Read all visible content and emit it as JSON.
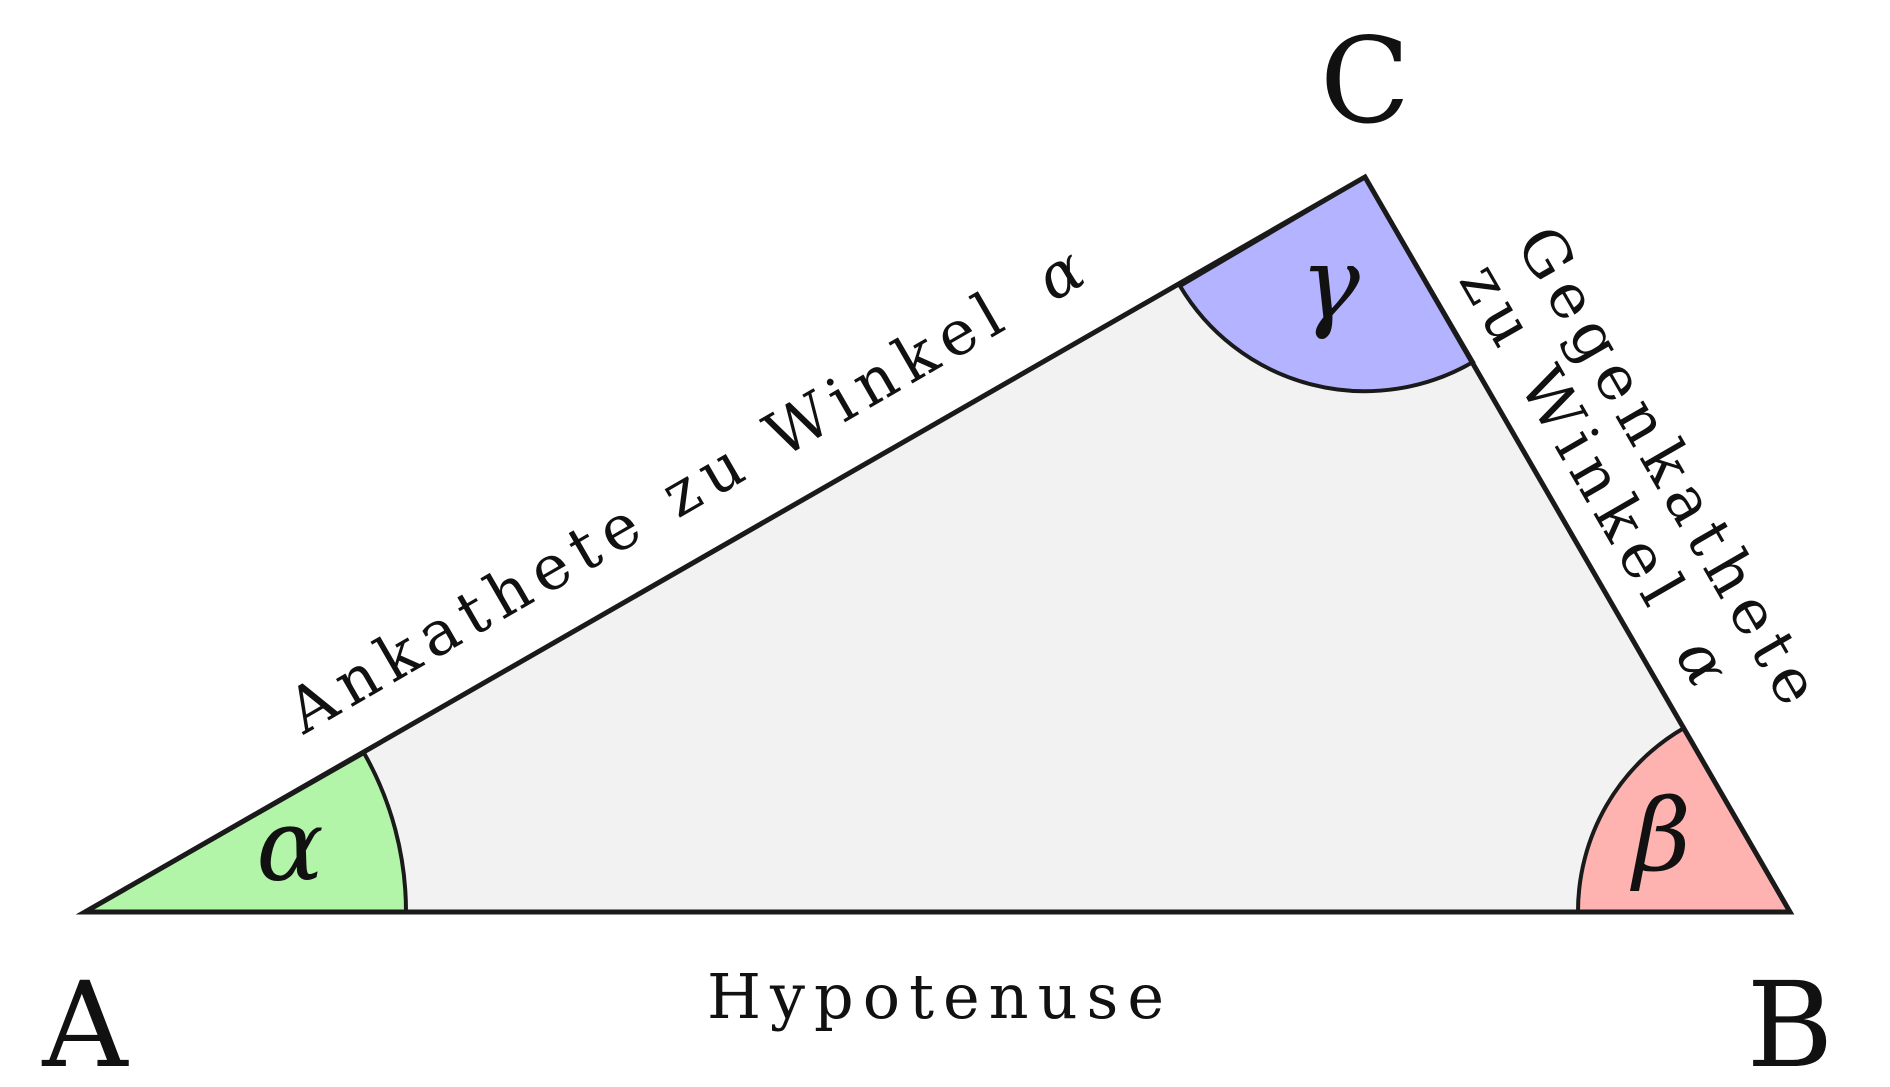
{
  "vertices": {
    "A": "A",
    "B": "B",
    "C": "C"
  },
  "angles": {
    "alpha": "α",
    "beta": "β",
    "gamma": "γ"
  },
  "sides": {
    "hypotenuse": "Hypotenuse",
    "adjacent": {
      "text": "Ankathete zu Winkel",
      "symbol": "α"
    },
    "opposite": {
      "line1": "Gegenkathete",
      "line2_text": "zu Winkel",
      "line2_symbol": "α"
    }
  },
  "colors": {
    "triangle_fill": "#f2f2f2",
    "edge": "#1a1a1a",
    "alpha_fill": "#b3f5a8",
    "beta_fill": "#ffb3b0",
    "gamma_fill": "#b3b3ff"
  }
}
